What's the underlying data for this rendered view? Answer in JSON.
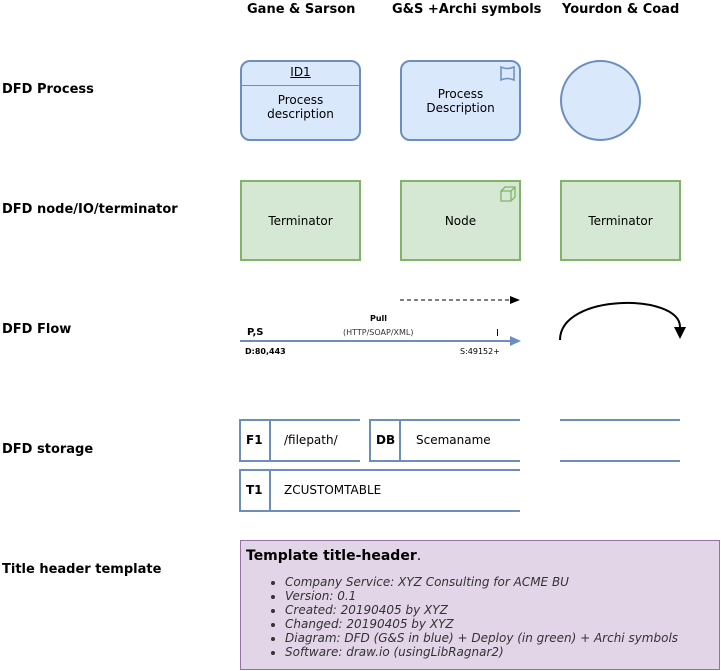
{
  "columns": {
    "gs": "Gane & Sarson",
    "gsarchi": "G&S +Archi symbols",
    "yc": "Yourdon & Coad"
  },
  "rows": {
    "process": "DFD Process",
    "node": "DFD node/IO/terminator",
    "flow": "DFD Flow",
    "storage": "DFD storage",
    "header": "Title header template"
  },
  "process": {
    "gs_id": "ID1",
    "gs_desc_line1": "Process",
    "gs_desc_line2": "description",
    "archi_desc_line1": "Process",
    "archi_desc_line2": "Description"
  },
  "node": {
    "gs_label": "Terminator",
    "archi_label": "Node",
    "yc_label": "Terminator"
  },
  "flow": {
    "ps": "P,S",
    "pull": "Pull",
    "protocol": "(HTTP/SOAP/XML)",
    "initiator": "I",
    "dest": "D:80,443",
    "source": "S:49152+"
  },
  "storage": {
    "f1_id": "F1",
    "f1_name": "/filepath/",
    "db_id": "DB",
    "db_name": "Scemaname",
    "t1_id": "T1",
    "t1_name": "ZCUSTOMTABLE"
  },
  "header_template": {
    "title": "Template title-header",
    "title_suffix": ".",
    "items": [
      "Company Service: XYZ Consulting for ACME BU",
      "Version: 0.1",
      "Created: 20190405 by XYZ",
      "Changed: 20190405 by XYZ",
      "Diagram: DFD (G&S in blue) + Deploy (in green) + Archi symbols",
      "Software: draw.io (usingLibRagnar2)"
    ]
  },
  "colors": {
    "process_fill": "#dae8fc",
    "process_stroke": "#6c8ebf",
    "node_fill": "#d5e8d4",
    "node_stroke": "#82b366",
    "header_fill": "#e1d5e7",
    "header_stroke": "#9673a6"
  }
}
